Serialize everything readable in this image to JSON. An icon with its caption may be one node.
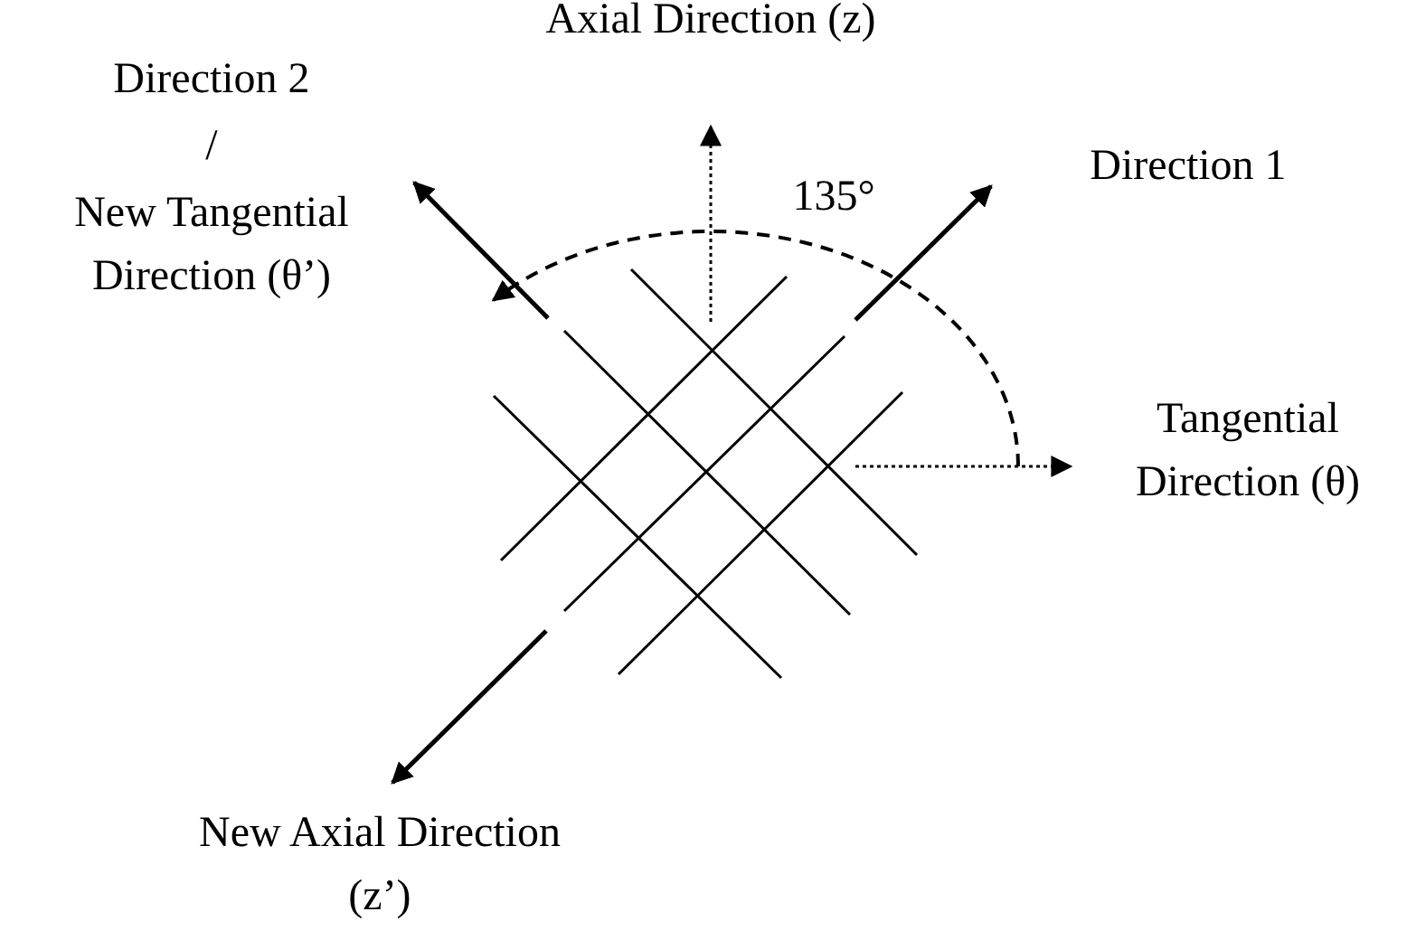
{
  "diagram": {
    "labels": [
      "Axial Direction (z)",
      "Direction 2",
      "/",
      "Direction 1",
      "135°",
      "New Tangential Direction (θ’)",
      "Tangential Direction (θ)",
      "New Axial Direction (z’)"
    ]
  }
}
